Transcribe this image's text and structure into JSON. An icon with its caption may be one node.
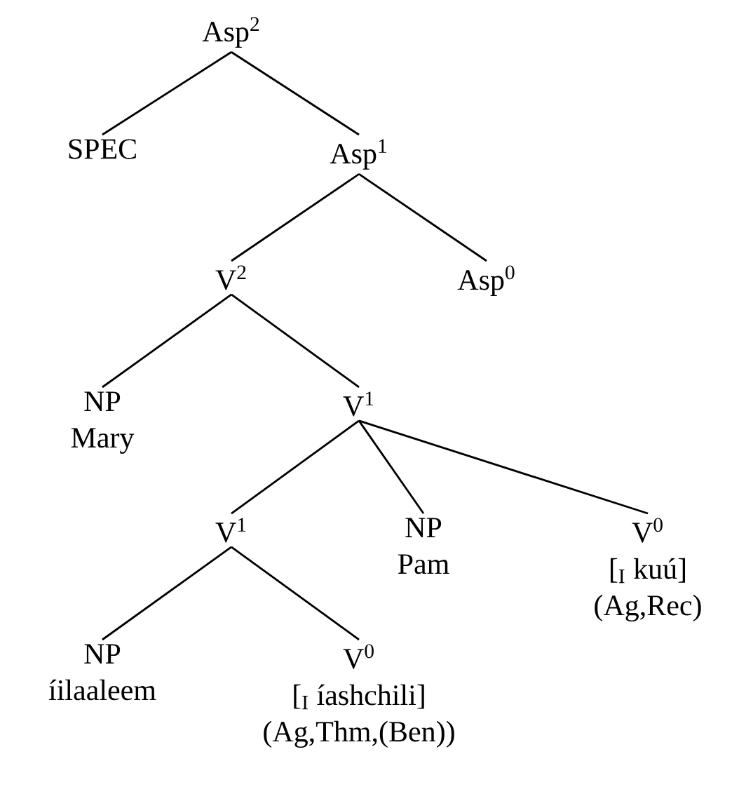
{
  "diagram": {
    "nodes": [
      {
        "text": [
          "Asp$^{2}$"
        ]
      },
      {
        "text": [
          "SPEC"
        ]
      },
      {
        "text": [
          "Asp$^{1}$"
        ]
      },
      {
        "text": [
          "V$^{2}$"
        ]
      },
      {
        "text": [
          "Asp$^{0}$"
        ]
      },
      {
        "text": [
          "NP",
          "Mary"
        ]
      },
      {
        "text": [
          "V$^{1}$"
        ]
      },
      {
        "text": [
          "V$^{1}$"
        ]
      },
      {
        "text": [
          "NP",
          "Pam"
        ]
      },
      {
        "text": [
          "V$^{0}$",
          "[$_{I}$ kuú]",
          "(Ag,Rec)"
        ]
      },
      {
        "text": [
          "NP",
          "íilaaleem"
        ]
      },
      {
        "text": [
          "V$^{0}$",
          "[$_{I}$ íashchili]",
          "(Ag,Thm,(Ben))"
        ]
      }
    ],
    "edges": [
      {
        "from": 0,
        "to": 1,
        "arrow": "none"
      },
      {
        "from": 0,
        "to": 2,
        "arrow": "none"
      },
      {
        "from": 2,
        "to": 3,
        "arrow": "none"
      },
      {
        "from": 2,
        "to": 4,
        "arrow": "none"
      },
      {
        "from": 3,
        "to": 5,
        "arrow": "none"
      },
      {
        "from": 3,
        "to": 6,
        "arrow": "none"
      },
      {
        "from": 6,
        "to": 7,
        "arrow": "none"
      },
      {
        "from": 6,
        "to": 8,
        "arrow": "none"
      },
      {
        "from": 6,
        "to": 9,
        "arrow": "none"
      },
      {
        "from": 7,
        "to": 10,
        "arrow": "none"
      },
      {
        "from": 7,
        "to": 11,
        "arrow": "none"
      }
    ]
  }
}
